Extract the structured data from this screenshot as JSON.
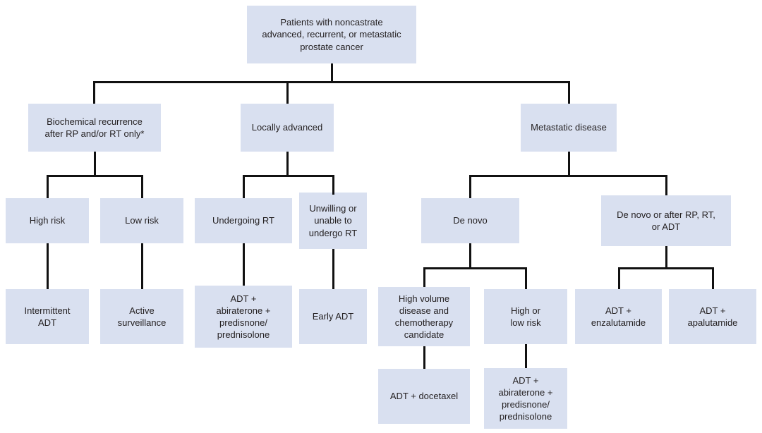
{
  "diagram": {
    "type": "flowchart-decision-tree",
    "colors": {
      "background": "#ffffff",
      "node_fill": "#d9e0f0",
      "node_text": "#231f20",
      "line": "#111111"
    },
    "nodes": {
      "root": "Patients with noncastrate\nadvanced, recurrent, or metastatic\nprostate cancer",
      "biochemical": "Biochemical recurrence\nafter RP and/or RT only*",
      "locally_advanced": "Locally advanced",
      "metastatic": "Metastatic disease",
      "high_risk": "High risk",
      "low_risk": "Low risk",
      "undergoing_rt": "Undergoing RT",
      "unwilling": "Unwilling or\nunable to\nundergo RT",
      "de_novo": "De novo",
      "de_novo_after": "De novo or after RP, RT,\nor ADT",
      "intermittent_adt": "Intermittent\nADT",
      "active_surveillance": "Active\nsurveillance",
      "adt_abiraterone_1": "ADT +\nabiraterone +\npredisnone/\nprednisolone",
      "early_adt": "Early ADT",
      "high_volume": "High volume\ndisease and\nchemotherapy\ncandidate",
      "high_low_risk": "High or\nlow risk",
      "adt_enzalutamide": "ADT +\nenzalutamide",
      "adt_apalutamide": "ADT +\napalutamide",
      "adt_docetaxel": "ADT + docetaxel",
      "adt_abiraterone_2": "ADT +\nabiraterone +\npredisnone/\nprednisolone"
    },
    "edges": [
      "root->biochemical",
      "root->locally_advanced",
      "root->metastatic",
      "biochemical->high_risk",
      "biochemical->low_risk",
      "locally_advanced->undergoing_rt",
      "locally_advanced->unwilling",
      "metastatic->de_novo",
      "metastatic->de_novo_after",
      "high_risk->intermittent_adt",
      "low_risk->active_surveillance",
      "undergoing_rt->adt_abiraterone_1",
      "unwilling->early_adt",
      "de_novo->high_volume",
      "de_novo->high_low_risk",
      "de_novo_after->adt_enzalutamide",
      "de_novo_after->adt_apalutamide",
      "high_volume->adt_docetaxel",
      "high_low_risk->adt_abiraterone_2"
    ]
  }
}
